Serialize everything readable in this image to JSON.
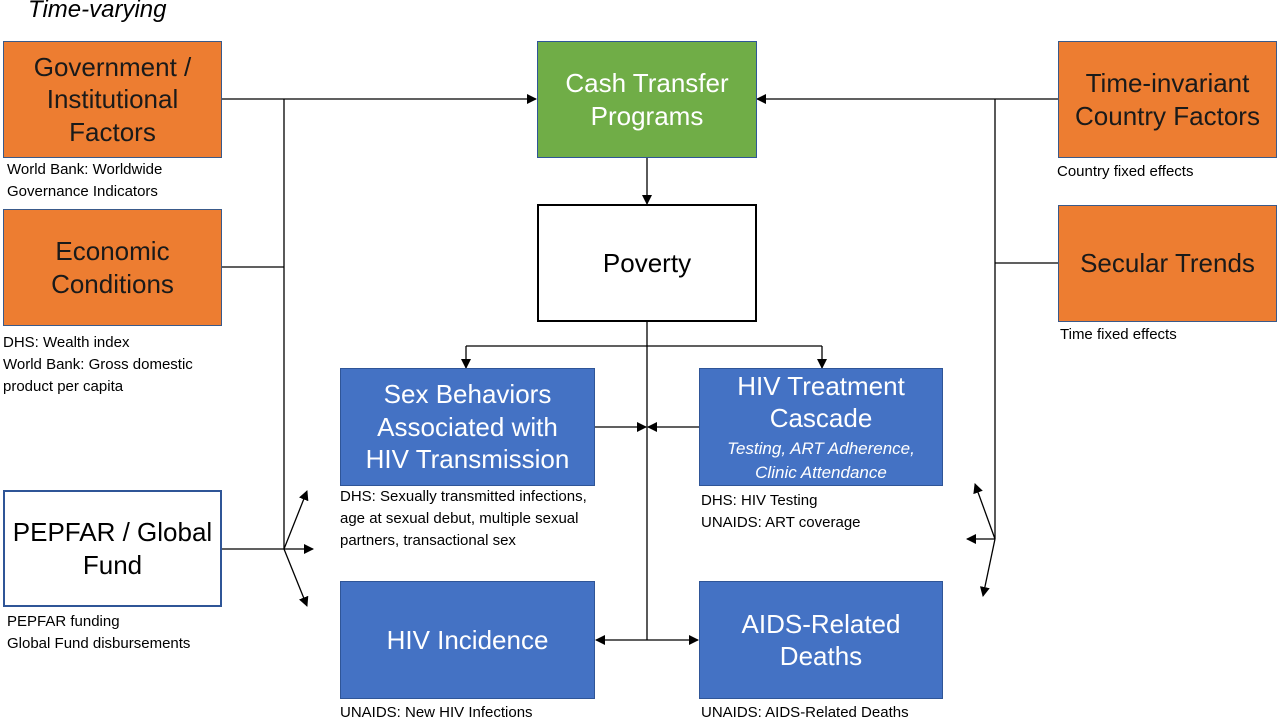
{
  "heading": "Time-varying",
  "nodes": {
    "government": [
      "Government /",
      "Institutional",
      "Factors"
    ],
    "economic": [
      "Economic",
      "Conditions"
    ],
    "pepfar": [
      "PEPFAR / Global",
      "Fund"
    ],
    "cash_transfer": [
      "Cash Transfer",
      "Programs"
    ],
    "poverty": [
      "Poverty"
    ],
    "time_invariant": [
      "Time-invariant",
      "Country Factors"
    ],
    "secular": [
      "Secular Trends"
    ],
    "sex_behaviors": [
      "Sex Behaviors",
      "Associated with",
      "HIV Transmission"
    ],
    "hiv_treatment": [
      "HIV Treatment",
      "Cascade"
    ],
    "hiv_treatment_sub": [
      "Testing, ART Adherence,",
      "Clinic Attendance"
    ],
    "hiv_incidence": [
      "HIV Incidence"
    ],
    "aids_deaths": [
      "AIDS-Related",
      "Deaths"
    ]
  },
  "notes": {
    "government": [
      "World Bank: Worldwide",
      "Governance Indicators"
    ],
    "economic": [
      "DHS: Wealth index",
      "World Bank: Gross domestic",
      "product per capita"
    ],
    "pepfar": [
      "PEPFAR funding",
      "Global Fund disbursements"
    ],
    "time_invariant": [
      "Country fixed effects"
    ],
    "secular": [
      "Time fixed effects"
    ],
    "sex_behaviors": [
      "DHS: Sexually transmitted infections,",
      "age at sexual debut, multiple sexual",
      "partners, transactional sex"
    ],
    "hiv_treatment": [
      "DHS: HIV Testing",
      "UNAIDS: ART coverage"
    ],
    "hiv_incidence": [
      "UNAIDS: New HIV Infections"
    ],
    "aids_deaths": [
      "UNAIDS: AIDS-Related Deaths"
    ]
  },
  "colors": {
    "orange": "#ED7D31",
    "green": "#70AD47",
    "blue": "#4472C4",
    "white": "#FFFFFF",
    "line": "#000000"
  }
}
